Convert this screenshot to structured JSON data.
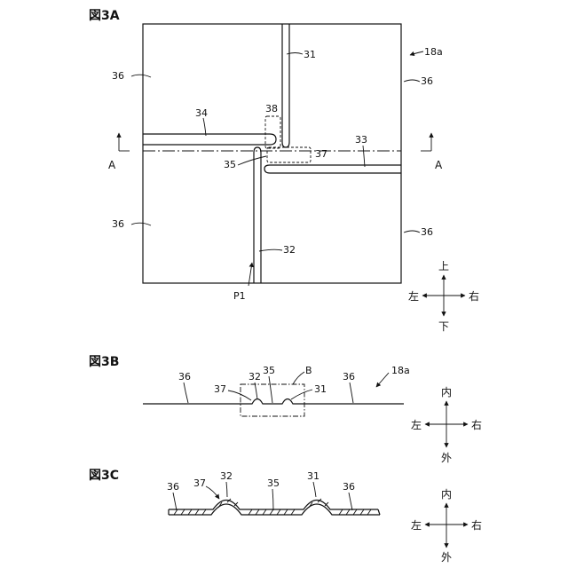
{
  "figures": {
    "fig3a": {
      "title": "図3A",
      "refs": {
        "r18a": "18a",
        "r31": "31",
        "r32": "32",
        "r33": "33",
        "r34": "34",
        "r35": "35",
        "r36_tl": "36",
        "r36_tr": "36",
        "r36_bl": "36",
        "r36_br": "36",
        "r37": "37",
        "r38": "38",
        "rP1": "P1"
      },
      "section_left": "A",
      "section_right": "A"
    },
    "fig3b": {
      "title": "図3B",
      "refs": {
        "r18a": "18a",
        "r36_l": "36",
        "r36_r": "36",
        "r32": "32",
        "r35": "35",
        "rB": "B",
        "r37": "37",
        "r31": "31"
      }
    },
    "fig3c": {
      "title": "図3C",
      "refs": {
        "r36_l": "36",
        "r37": "37",
        "r32": "32",
        "r35": "35",
        "r31": "31",
        "r36_r": "36"
      }
    }
  },
  "direction_indicators": {
    "fig3a": {
      "up": "上",
      "down": "下",
      "left": "左",
      "right": "右"
    },
    "fig3b": {
      "up": "内",
      "down": "外",
      "left": "左",
      "right": "右"
    },
    "fig3c": {
      "up": "内",
      "down": "外",
      "left": "左",
      "right": "右"
    }
  }
}
